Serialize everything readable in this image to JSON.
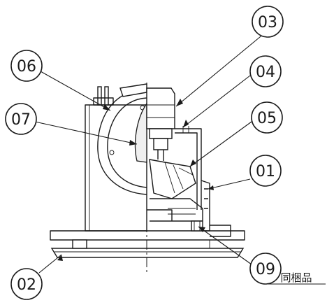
{
  "callouts": [
    {
      "id": "c01",
      "label": "01"
    },
    {
      "id": "c02",
      "label": "02"
    },
    {
      "id": "c03",
      "label": "03"
    },
    {
      "id": "c04",
      "label": "04"
    },
    {
      "id": "c05",
      "label": "05"
    },
    {
      "id": "c06",
      "label": "06"
    },
    {
      "id": "c07",
      "label": "07"
    },
    {
      "id": "c09",
      "label": "09"
    }
  ],
  "note": "同梱品"
}
